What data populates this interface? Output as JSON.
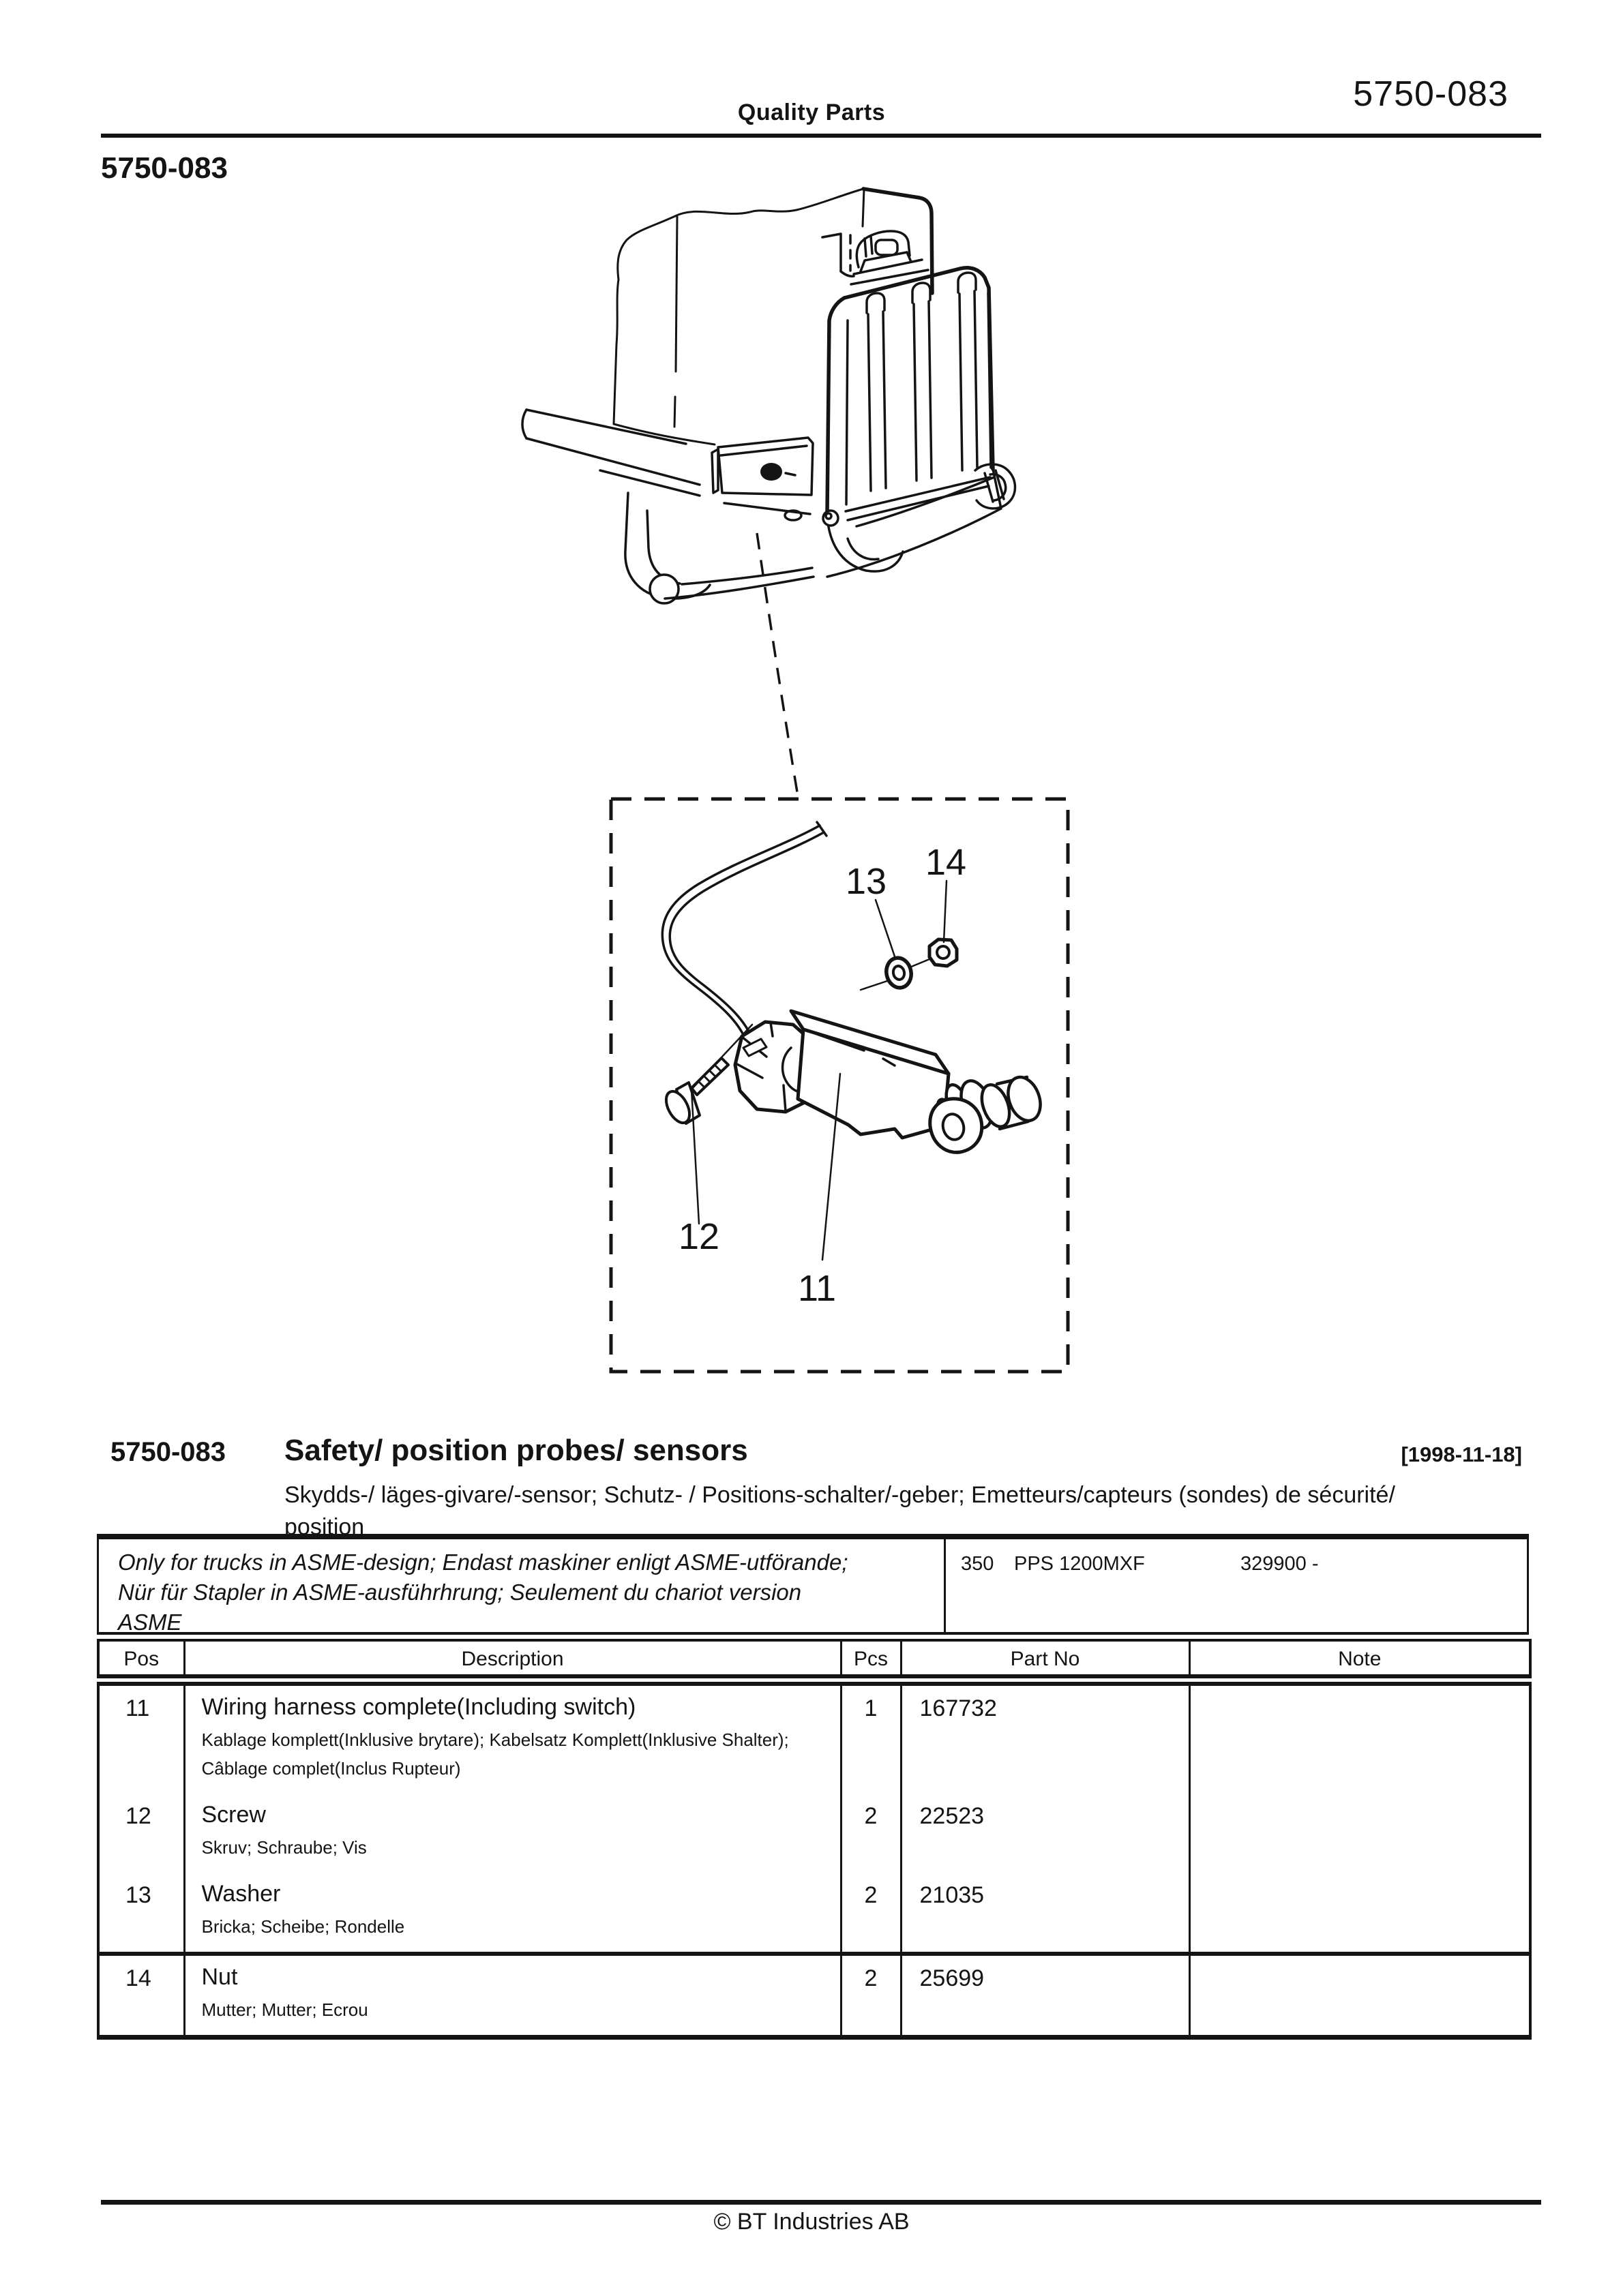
{
  "header": {
    "title": "Quality Parts",
    "doc_no": "5750-083",
    "section_no": "5750-083"
  },
  "section": {
    "number": "5750-083",
    "title": "Safety/ position probes/ sensors",
    "date": "[1998-11-18]",
    "subtitle": "Skydds-/ läges-givare/-sensor; Schutz- / Positions-schalter/-geber; Emetteurs/capteurs (sondes) de sécurité/ position"
  },
  "applicability": {
    "note_lines": [
      "Only for trucks in ASME-design; Endast maskiner enligt ASME-utförande;",
      "Nür für Stapler in ASME-ausführhrung; Seulement du chariot version",
      "ASME"
    ],
    "type_code": "350",
    "model": "PPS 1200MXF",
    "serial_range": "329900 -"
  },
  "parts_table": {
    "headers": [
      "Pos",
      "Description",
      "Pcs",
      "Part No",
      "Note"
    ],
    "rows": [
      {
        "pos": "11",
        "description": "Wiring harness complete(Including switch)",
        "description_alt": "Kablage komplett(Inklusive brytare); Kabelsatz Komplett(Inklusive Shalter); Câblage complet(Inclus Rupteur)",
        "pcs": "1",
        "part_no": "167732",
        "note": ""
      },
      {
        "pos": "12",
        "description": "Screw",
        "description_alt": "Skruv; Schraube; Vis",
        "pcs": "2",
        "part_no": "22523",
        "note": ""
      },
      {
        "pos": "13",
        "description": "Washer",
        "description_alt": "Bricka; Scheibe; Rondelle",
        "pcs": "2",
        "part_no": "21035",
        "note": ""
      },
      {
        "pos": "14",
        "description": "Nut",
        "description_alt": "Mutter; Mutter; Ecrou",
        "pcs": "2",
        "part_no": "25699",
        "note": ""
      }
    ]
  },
  "diagram": {
    "callouts": [
      "11",
      "12",
      "13",
      "14"
    ]
  },
  "footer": {
    "copyright": "© BT Industries AB"
  }
}
